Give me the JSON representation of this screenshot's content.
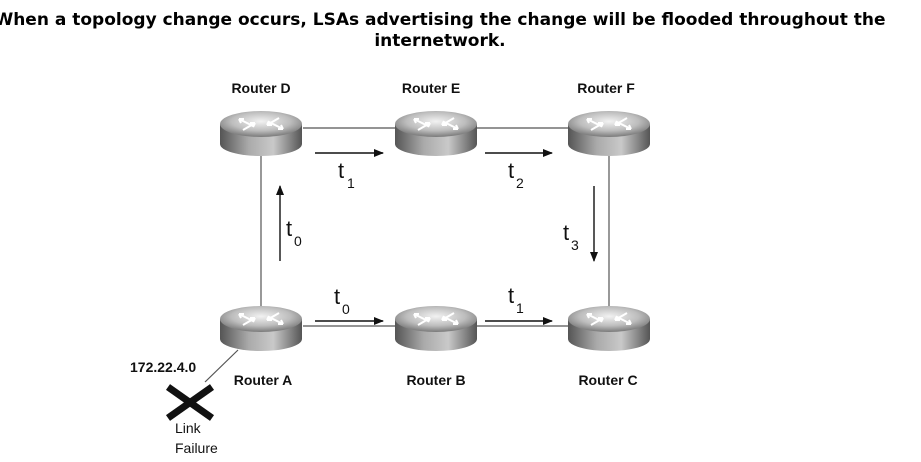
{
  "title_line1": "When a topology change occurs, LSAs advertising the change will be flooded throughout the",
  "title_line2": "internetwork.",
  "routers": {
    "d": "Router D",
    "e": "Router E",
    "f": "Router F",
    "a": "Router A",
    "b": "Router B",
    "c": "Router C"
  },
  "network": "172.22.4.0",
  "failure": {
    "line1": "Link",
    "line2": "Failure"
  },
  "timings": {
    "t": "t",
    "ad": "0",
    "ab": "0",
    "de": "1",
    "bc": "1",
    "ef": "2",
    "fc": "3"
  }
}
